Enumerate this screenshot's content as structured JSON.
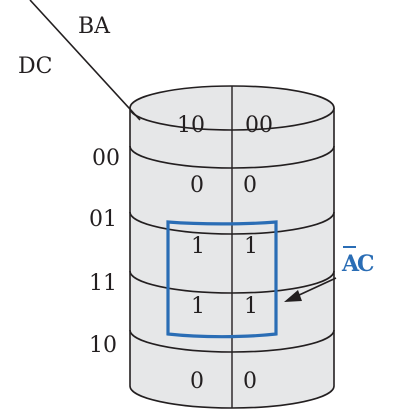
{
  "diagram": {
    "top_variables": "BA",
    "side_variables": "DC",
    "column_labels": [
      "10",
      "00"
    ],
    "row_labels": [
      "00",
      "01",
      "11",
      "10"
    ],
    "cells": [
      [
        "0",
        "0"
      ],
      [
        "1",
        "1"
      ],
      [
        "1",
        "1"
      ],
      [
        "0",
        "0"
      ]
    ],
    "group_term": {
      "overbar_var": "A",
      "rest": "C"
    },
    "colors": {
      "cylinder_fill": "#e6e7e8",
      "outline": "#231f20",
      "group": "#2a6db5"
    }
  }
}
